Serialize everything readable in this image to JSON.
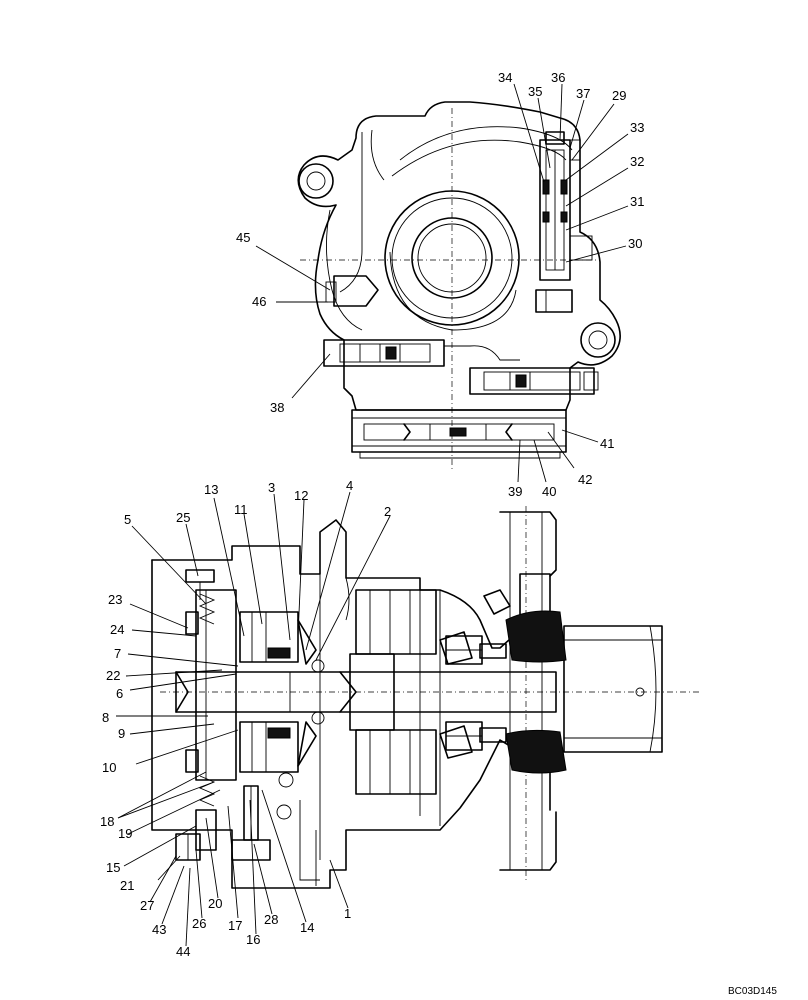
{
  "drawing_code": "BC03D145",
  "callouts": [
    {
      "label": "34"
    },
    {
      "label": "35"
    },
    {
      "label": "36"
    },
    {
      "label": "37"
    },
    {
      "label": "29"
    },
    {
      "label": "33"
    },
    {
      "label": "32"
    },
    {
      "label": "31"
    },
    {
      "label": "30"
    },
    {
      "label": "45"
    },
    {
      "label": "46"
    },
    {
      "label": "38"
    },
    {
      "label": "41"
    },
    {
      "label": "42"
    },
    {
      "label": "39"
    },
    {
      "label": "40"
    },
    {
      "label": "13"
    },
    {
      "label": "3"
    },
    {
      "label": "12"
    },
    {
      "label": "4"
    },
    {
      "label": "2"
    },
    {
      "label": "5"
    },
    {
      "label": "25"
    },
    {
      "label": "11"
    },
    {
      "label": "23"
    },
    {
      "label": "24"
    },
    {
      "label": "7"
    },
    {
      "label": "22"
    },
    {
      "label": "6"
    },
    {
      "label": "8"
    },
    {
      "label": "9"
    },
    {
      "label": "10"
    },
    {
      "label": "18"
    },
    {
      "label": "19"
    },
    {
      "label": "15"
    },
    {
      "label": "21"
    },
    {
      "label": "27"
    },
    {
      "label": "43"
    },
    {
      "label": "44"
    },
    {
      "label": "26"
    },
    {
      "label": "20"
    },
    {
      "label": "17"
    },
    {
      "label": "16"
    },
    {
      "label": "28"
    },
    {
      "label": "14"
    },
    {
      "label": "1"
    }
  ]
}
